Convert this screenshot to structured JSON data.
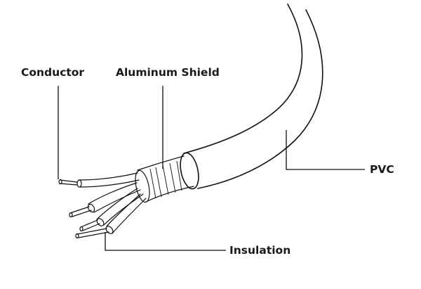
{
  "labels": {
    "conductor": "Conductor",
    "aluminum_shield": "Aluminum Shield",
    "pvc": "PVC",
    "insulation": "Insulation"
  }
}
